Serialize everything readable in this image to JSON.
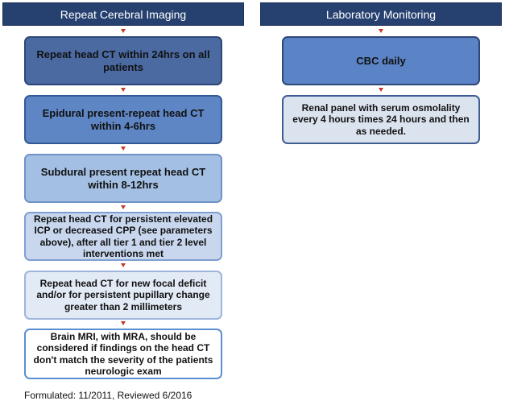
{
  "left_column": {
    "header": "Repeat Cerebral Imaging",
    "steps": [
      "Repeat head CT within 24hrs on all patients",
      "Epidural present-repeat head CT within 4-6hrs",
      "Subdural present repeat head CT within 8-12hrs",
      "Repeat head CT for persistent elevated ICP or decreased CPP (see parameters above), after all tier 1 and tier 2 level interventions met",
      "Repeat head CT for new focal deficit and/or for persistent pupillary change greater than 2 millimeters",
      "Brain MRI, with MRA, should be considered if findings on the head CT don't match the severity of the patients neurologic exam"
    ]
  },
  "right_column": {
    "header": "Laboratory Monitoring",
    "steps": [
      "CBC daily",
      "Renal panel with serum osmolality every 4 hours times 24 hours and then as needed."
    ]
  },
  "footer": "Formulated: 11/2011, Reviewed 6/2016",
  "colors": {
    "header_bg": "#26416f",
    "arrow": "#c0392b",
    "step_1": "#4b6aa2",
    "step_2": "#5f86c4",
    "step_3": "#a3bfe3",
    "step_4": "#c8d7ee",
    "step_5": "#e2eaf6",
    "step_6": "#ffffff",
    "lab_1": "#5b84c6",
    "lab_2": "#dbe3ef"
  }
}
